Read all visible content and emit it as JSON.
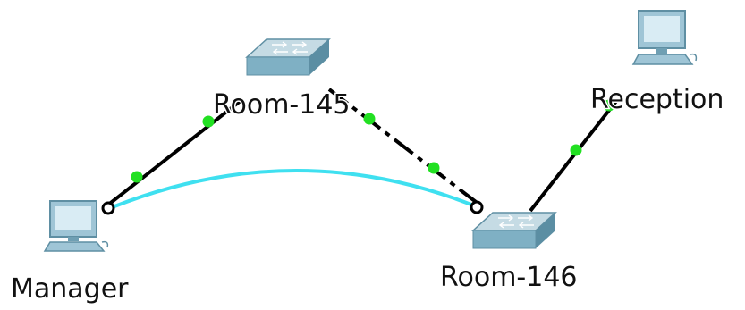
{
  "devices": [
    {
      "id": "room-145",
      "label": "Room-145",
      "type": "switch"
    },
    {
      "id": "room-146",
      "label": "Room-146",
      "type": "switch"
    },
    {
      "id": "manager",
      "label": "Manager",
      "type": "pc"
    },
    {
      "id": "reception",
      "label": "Reception",
      "type": "pc"
    }
  ],
  "links": [
    {
      "from": "manager",
      "to": "room-145",
      "style": "copper-straight",
      "color": "#000000"
    },
    {
      "from": "room-145",
      "to": "room-146",
      "style": "copper-cross-over",
      "color": "#000000"
    },
    {
      "from": "room-146",
      "to": "reception",
      "style": "copper-straight",
      "color": "#000000"
    },
    {
      "from": "manager",
      "to": "room-146",
      "style": "console",
      "color": "#3fe0f0"
    }
  ],
  "colors": {
    "link_up": "#22e022",
    "console": "#3fe0f0",
    "cable": "#000000",
    "device_body": "#7fb0c4"
  }
}
